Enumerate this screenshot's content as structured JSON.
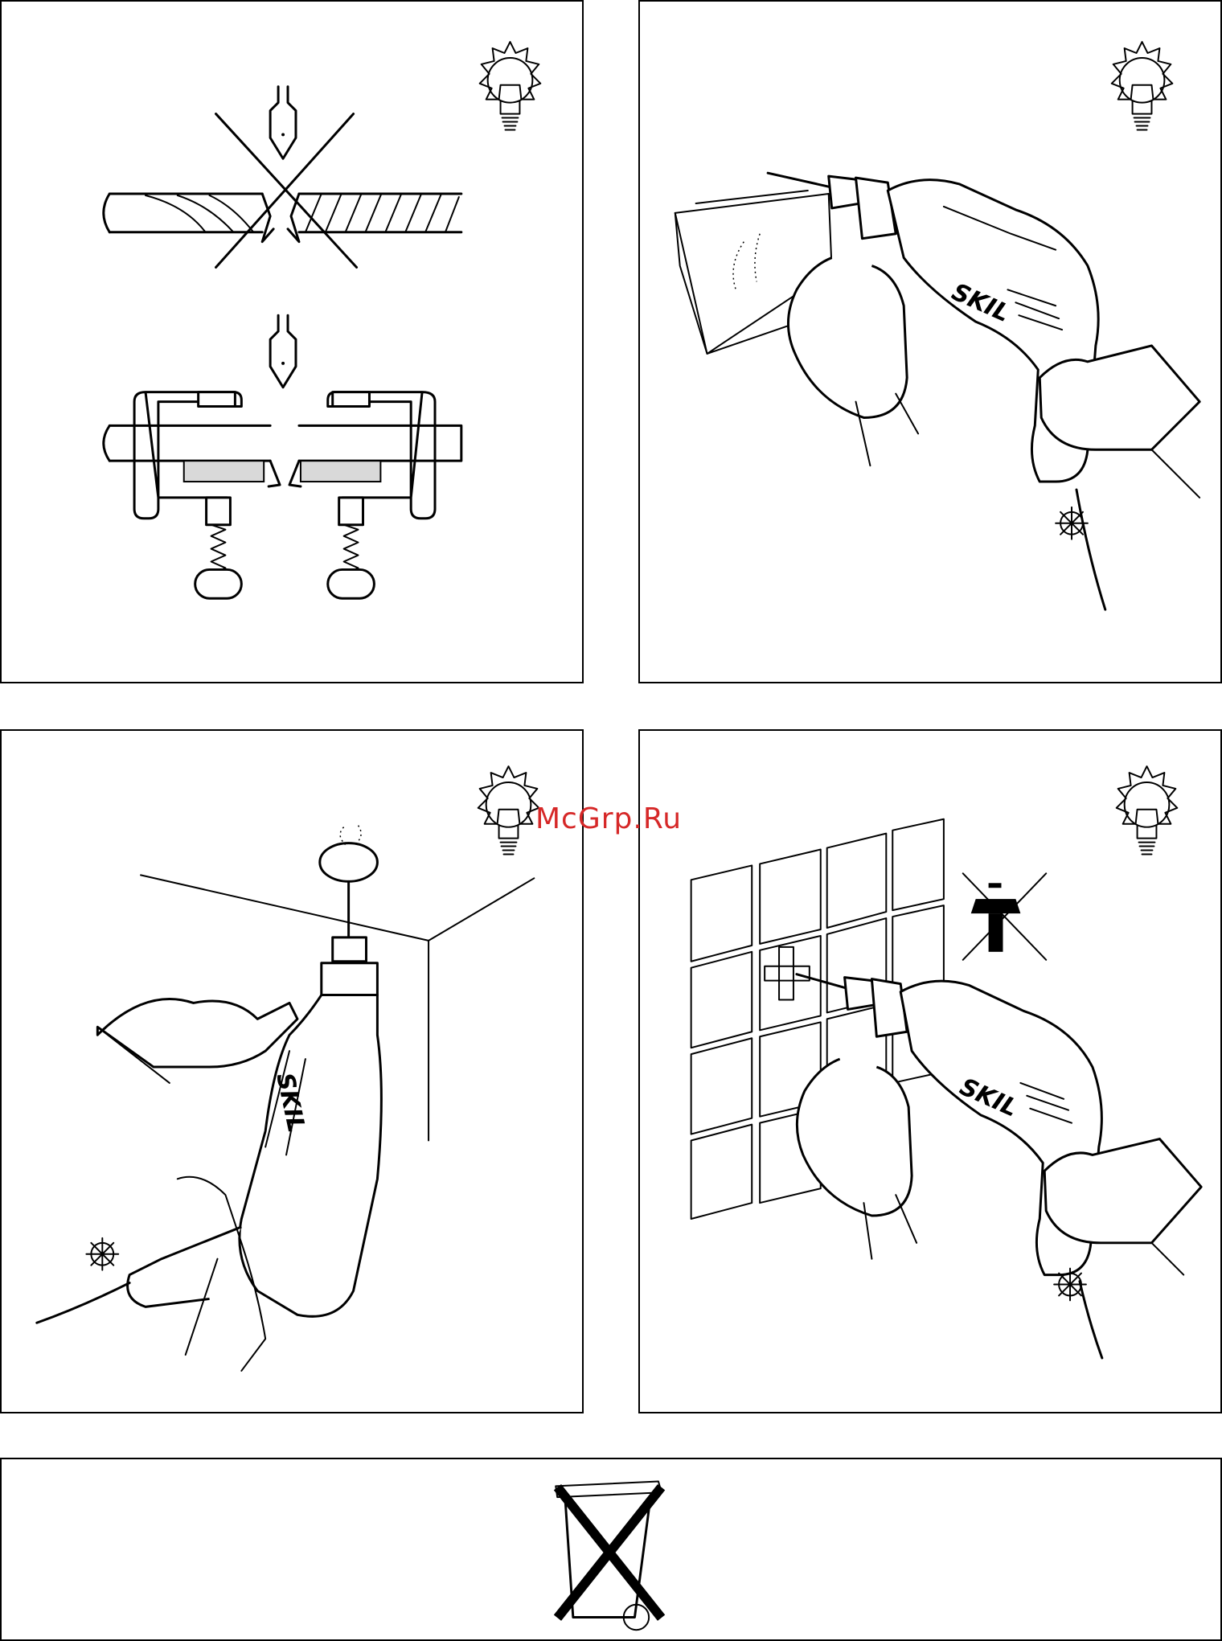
{
  "watermark": "McGrp.Ru",
  "panels": {
    "p1": {
      "icons": [
        "lightbulb-icon",
        "prohibited-cross-icon",
        "clamp-icon"
      ]
    },
    "p2": {
      "brand": "SKIL",
      "icons": [
        "lightbulb-icon",
        "gear-icon"
      ]
    },
    "p3": {
      "brand": "SKIL",
      "icons": [
        "lightbulb-icon",
        "gear-icon"
      ]
    },
    "p4": {
      "brand": "SKIL",
      "icons": [
        "lightbulb-icon",
        "no-hammer-icon",
        "gear-icon"
      ]
    },
    "p5": {
      "icons": [
        "crossed-bin-icon"
      ]
    }
  },
  "colors": {
    "line": "#000000",
    "background": "#ffffff",
    "watermark": "#d62828",
    "shade": "#d9d9d9"
  }
}
